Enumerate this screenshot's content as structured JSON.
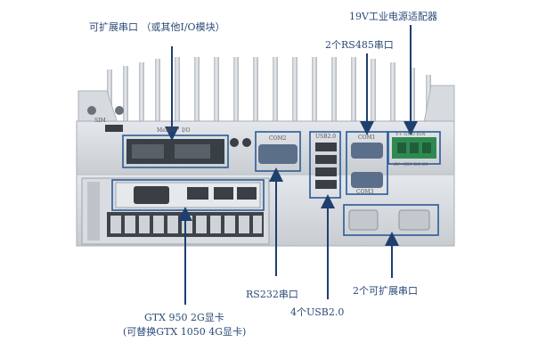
{
  "labels": {
    "expand_serial": "可扩展串口 （或其他I/O模块）",
    "adapter": "19V工业电源适配器",
    "rs485": "2个RS485串口",
    "rs232": "RS232串口",
    "usb": "4个USB2.0",
    "expand_serial_2": "2个可扩展串口",
    "gpu_line1": "GTX 950 2G显卡",
    "gpu_line2": "(可替换GTX 1050 4G显卡)"
  },
  "panel_marks": {
    "mezio": "MezIO™ I/O",
    "sim": "SIM",
    "com2": "COM2",
    "usb2": "USB2.0",
    "com1": "COM1",
    "com3": "COM3",
    "power_terminal": "V+ GND IGN",
    "power_range": "8V~35V DC IN"
  },
  "colors": {
    "label": "#2a4a77",
    "arrow": "#1f3f6e",
    "highlight_box": "#2b5a96",
    "chassis": "#cfd3d8"
  }
}
